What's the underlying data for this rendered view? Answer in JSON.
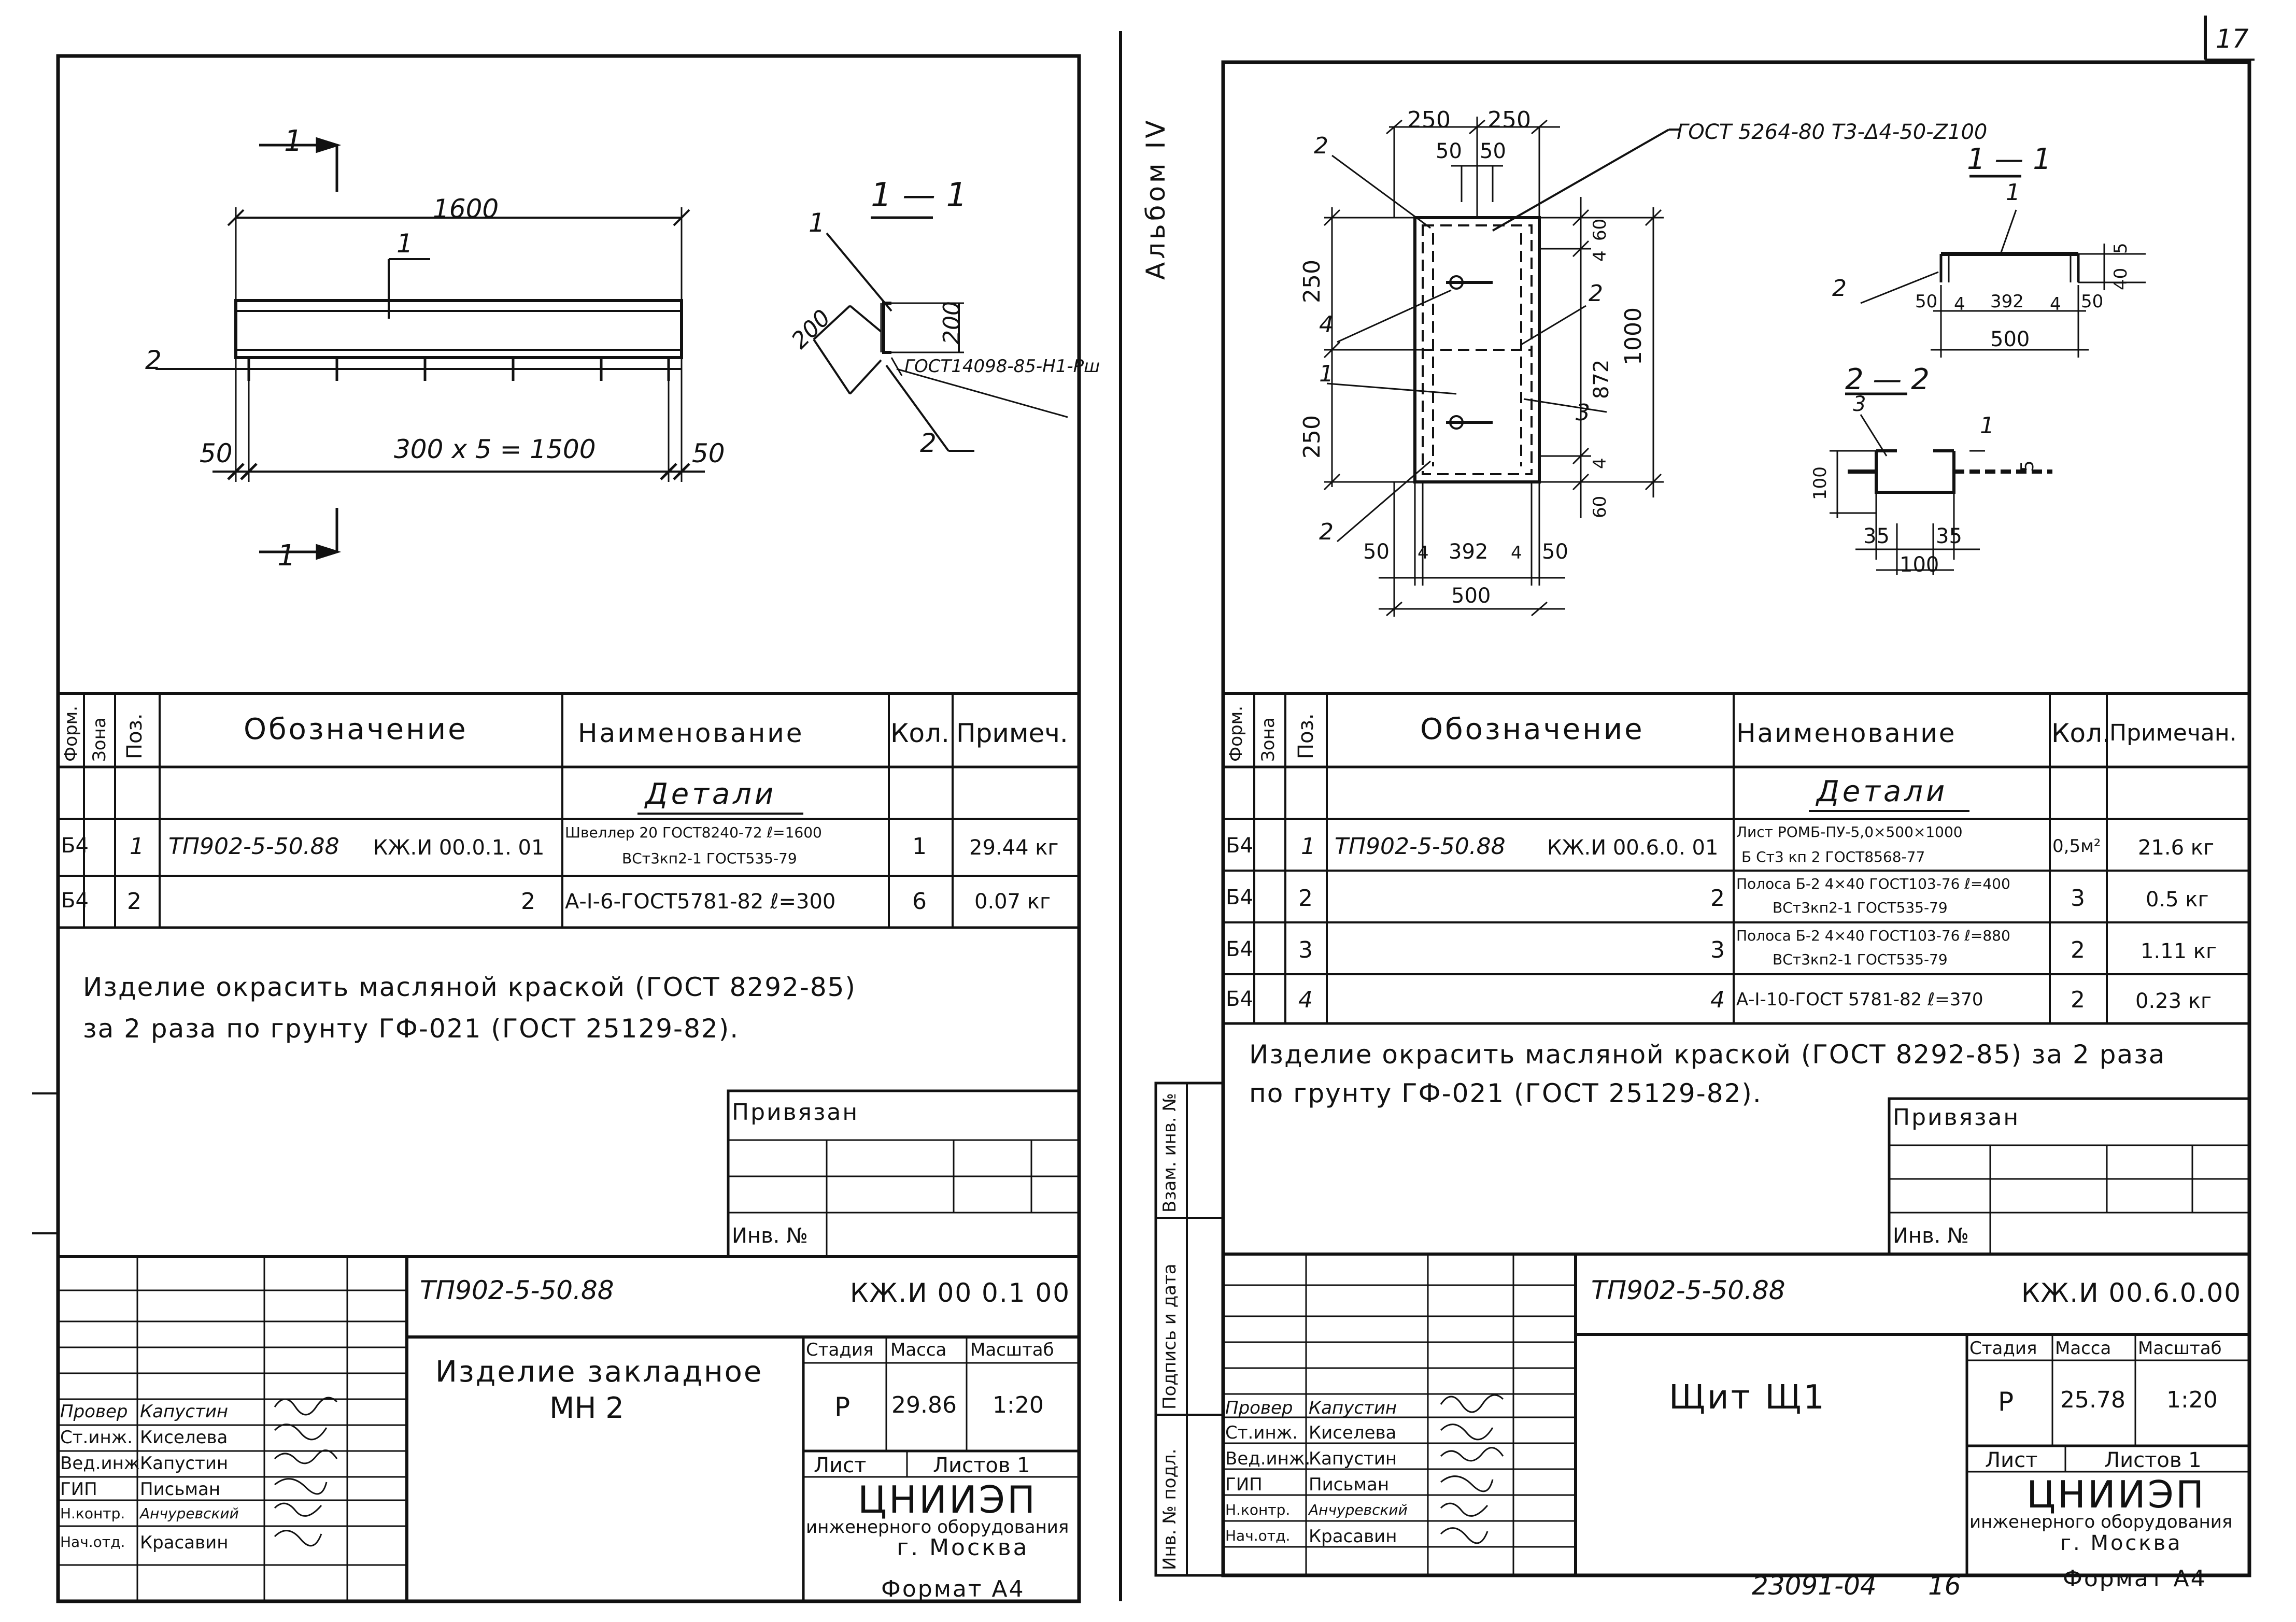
{
  "page_number": "17",
  "album_label": "Альбом IV",
  "margin_labels": [
    "Инв. № подл.",
    "Подпись и дата",
    "Взам. инв. №"
  ],
  "bottom_code": "23091-04",
  "bottom_sheet": "16",
  "left_sheet": {
    "drawing": {
      "section_mark": "1",
      "overall_length": "1600",
      "pos1": "1",
      "pos2": "2",
      "pitch": "300 x 5 = 1500",
      "end_left": "50",
      "end_right": "50",
      "section_title": "1 — 1",
      "sec_pos1": "1",
      "sec_pos2": "2",
      "sec_dim1": "200",
      "sec_dim2": "200",
      "weld_note": "ГОСТ14098-85-Н1-Рш"
    },
    "spec": {
      "headers": {
        "form": "Форм.",
        "zone": "Зона",
        "pos": "Поз.",
        "designation": "Обозначение",
        "name": "Наименование",
        "qty": "Кол.",
        "note": "Примеч."
      },
      "group": "Детали",
      "rows": [
        {
          "form": "Б4",
          "pos": "1",
          "doc": "ТП902-5-50.88",
          "code": "КЖ.И 00.0.1. 01",
          "name_top": "Швеллер 20 ГОСТ8240-72  ℓ=1600",
          "name_bottom": "ВСт3кп2-1 ГОСТ535-79",
          "qty": "1",
          "note": "29.44 кг"
        },
        {
          "form": "Б4",
          "pos": "2",
          "doc": "",
          "code": "2",
          "name_top": "А-I-6-ГОСТ5781-82 ℓ=300",
          "name_bottom": "",
          "qty": "6",
          "note": "0.07 кг"
        }
      ]
    },
    "paint_note_1": "Изделие окрасить масляной краской (ГОСТ 8292-85)",
    "paint_note_2": "за 2 раза по грунту ГФ-021 (ГОСТ 25129-82).",
    "privyazan": "Привязан",
    "inv_no": "Инв. №",
    "title_block": {
      "project": "ТП902-5-50.88",
      "doc_code": "КЖ.И 00 0.1 00",
      "title_1": "Изделие закладное",
      "title_2": "МН 2",
      "stage_label": "Стадия",
      "mass_label": "Масса",
      "scale_label": "Масштаб",
      "stage": "Р",
      "mass": "29.86",
      "scale": "1:20",
      "sheet_label": "Лист",
      "sheets_label": "Листов 1",
      "org_1": "ЦНИИЭП",
      "org_2": "инженерного оборудования",
      "org_3": "г. Москва",
      "roles": [
        {
          "role": "Провер",
          "name": "Капустин"
        },
        {
          "role": "Ст.инж.",
          "name": "Киселева"
        },
        {
          "role": "Вед.инж.",
          "name": "Капустин"
        },
        {
          "role": "ГИП",
          "name": "Письман"
        },
        {
          "role": "Н.контр.",
          "name": "Анчуревский"
        },
        {
          "role": "Нач.отд.",
          "name": "Красавин"
        }
      ]
    },
    "format": "Формат А4"
  },
  "right_sheet": {
    "drawing": {
      "dim_250a": "250",
      "dim_250b": "250",
      "dim_50a": "50",
      "dim_50b": "50",
      "gost_note": "ГОСТ 5264-80 Т3-Δ4-50-Z100",
      "p2a": "2",
      "p4": "4",
      "p1": "1",
      "p2b": "2",
      "p3": "3",
      "p2c": "2",
      "v250a": "250",
      "v250b": "250",
      "v60a": "60",
      "v4a": "4",
      "v872": "872",
      "v4b": "4",
      "v60b": "60",
      "v1000": "1000",
      "b50a": "50",
      "b4a": "4",
      "b392": "392",
      "b4b": "4",
      "b50b": "50",
      "b500": "500",
      "s11": "1 — 1",
      "s11_pos": "1",
      "s11_pos2": "2",
      "s11_50a": "50",
      "s11_4a": "4",
      "s11_392": "392",
      "s11_4b": "4",
      "s11_50b": "50",
      "s11_500": "500",
      "s11_5": "5",
      "s11_40": "40",
      "s22": "2 — 2",
      "s22_pos3": "3",
      "s22_pos1": "1",
      "s22_5": "5",
      "s22_100v": "100",
      "s22_35a": "35",
      "s22_35b": "35",
      "s22_100h": "100"
    },
    "spec": {
      "headers": {
        "form": "Форм.",
        "zone": "Зона",
        "pos": "Поз.",
        "designation": "Обозначение",
        "name": "Наименование",
        "qty": "Кол.",
        "note": "Примечан."
      },
      "group": "Детали",
      "rows": [
        {
          "form": "Б4",
          "pos": "1",
          "doc": "ТП902-5-50.88",
          "code": "КЖ.И 00.6.0. 01",
          "name_top": "Лист РОМБ-ПУ-5,0×500×1000",
          "name_bottom": "Б Ст3 кп 2 ГОСТ8568-77",
          "qty": "0,5м²",
          "note": "21.6 кг"
        },
        {
          "form": "Б4",
          "pos": "2",
          "doc": "",
          "code": "2",
          "name_top": "Полоса Б-2 4×40 ГОСТ103-76 ℓ=400",
          "name_bottom": "ВСт3кп2-1 ГОСТ535-79",
          "qty": "3",
          "note": "0.5 кг"
        },
        {
          "form": "Б4",
          "pos": "3",
          "doc": "",
          "code": "3",
          "name_top": "Полоса Б-2 4×40 ГОСТ103-76 ℓ=880",
          "name_bottom": "ВСт3кп2-1 ГОСТ535-79",
          "qty": "2",
          "note": "1.11 кг"
        },
        {
          "form": "Б4",
          "pos": "4",
          "doc": "",
          "code": "4",
          "name_top": "А-I-10-ГОСТ 5781-82 ℓ=370",
          "name_bottom": "",
          "qty": "2",
          "note": "0.23 кг"
        }
      ]
    },
    "paint_note_1": "Изделие окрасить масляной краской (ГОСТ 8292-85) за 2 раза",
    "paint_note_2": "по грунту ГФ-021 (ГОСТ 25129-82).",
    "privyazan": "Привязан",
    "inv_no": "Инв. №",
    "title_block": {
      "project": "ТП902-5-50.88",
      "doc_code": "КЖ.И 00.6.0.00",
      "title_1": "Щит Щ1",
      "stage_label": "Стадия",
      "mass_label": "Масса",
      "scale_label": "Масштаб",
      "stage": "Р",
      "mass": "25.78",
      "scale": "1:20",
      "sheet_label": "Лист",
      "sheets_label": "Листов 1",
      "org_1": "ЦНИИЭП",
      "org_2": "инженерного оборудования",
      "org_3": "г. Москва",
      "roles": [
        {
          "role": "Провер",
          "name": "Капустин"
        },
        {
          "role": "Ст.инж.",
          "name": "Киселева"
        },
        {
          "role": "Вед.инж.",
          "name": "Капустин"
        },
        {
          "role": "ГИП",
          "name": "Письман"
        },
        {
          "role": "Н.контр.",
          "name": "Анчуревский"
        },
        {
          "role": "Нач.отд.",
          "name": "Красавин"
        }
      ]
    },
    "format": "Формат А4"
  }
}
